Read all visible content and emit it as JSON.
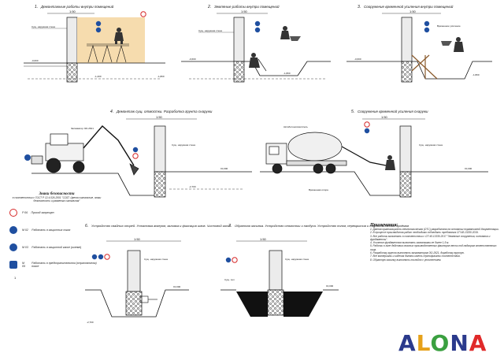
{
  "stages": [
    {
      "num": "1.",
      "title": "Демонтажные работы внутри помещений",
      "scale": "1:50"
    },
    {
      "num": "2.",
      "title": "Земляные работы внутри помещений",
      "scale": "1:50"
    },
    {
      "num": "3.",
      "title": "Сооружение временной усиления внутри помещений",
      "scale": "1:50"
    },
    {
      "num": "4.",
      "title": "Демонтаж сущ. отмостки. Разработка грунта снаружи",
      "scale": "1:50"
    },
    {
      "num": "5.",
      "title": "Сооружение временной усиления снаружи",
      "scale": "1:50"
    },
    {
      "num": "6.",
      "title": "Устройство свайных опорей. Установка анкеров, заливка и фиксация швов. Чистовой заход",
      "scale": "1:50"
    },
    {
      "num": "7.",
      "title": "Обратная засыпка. Устройство отмостки и пандуса. Устройство полов, перекрытия и технологических проёмов",
      "scale": "1:50"
    }
  ],
  "labels": {
    "exist_wall": "Сущ. наружная стена",
    "floor": "Сущ. пол",
    "excavator": "Экскаватор ЭО-2621",
    "mixer": "Автобетоносмеситель",
    "scaffold": "Временная опора",
    "bracing": "Временное усиление"
  },
  "elevations": [
    "-0,600",
    "-1,200",
    "±0,000",
    "-1,800",
    "-2,700"
  ],
  "legend": {
    "title": "Знаки безопасности",
    "subtitle": "в соответствии с ГОСТ Р 12.4.026-2001 \"ССБТ. Цвета сигнальные, знаки безопасности и разметка сигнальная\"",
    "items": [
      {
        "code": "P 06",
        "text": "Проход запрещен",
        "color": "#d62828"
      },
      {
        "code": "M 02",
        "text": "Работать в защитных очках",
        "color": "#1f4fa0"
      },
      {
        "code": "M 03",
        "text": "Работать в защитной каске (шлеме)",
        "color": "#1f4fa0"
      },
      {
        "code": "M 09",
        "text": "Работать в предохранительном (страховочном) поясе",
        "color": "#1f4fa0"
      }
    ]
  },
  "notes": {
    "title": "Примечания:",
    "lines": [
      "1. Данная организационно-технологическая (ОТС) разработана на основании нормативной документации.",
      "2. В процессе производства работ необходимо соблюдать требования СП 48.13330.2019.",
      "3. Все работы выполнять в соответствии с СП 45.13330.2017 \"Земляные сооружения, основания и фундаменты\".",
      "4. Усиление фундаментов выполнять захватками не более 1,5 м.",
      "5. Работы в зоне действия опасных производственных факторов вести под надзором ответственного лица.",
      "6. Разработку грунта выполнять экскаватором ЭО-2621, доработку вручную.",
      "7. Все материалы и изделия должны иметь сертификаты соответствия.",
      "8. Обратную засыпку выполнять послойно с уплотнением."
    ]
  },
  "brand": {
    "letters": [
      "A",
      "L",
      "O",
      "N",
      "A"
    ],
    "colors": [
      "#2b3a8c",
      "#e6a11a",
      "#3aa040",
      "#2b3a8c",
      "#e02a2a"
    ]
  },
  "page_number": "1"
}
